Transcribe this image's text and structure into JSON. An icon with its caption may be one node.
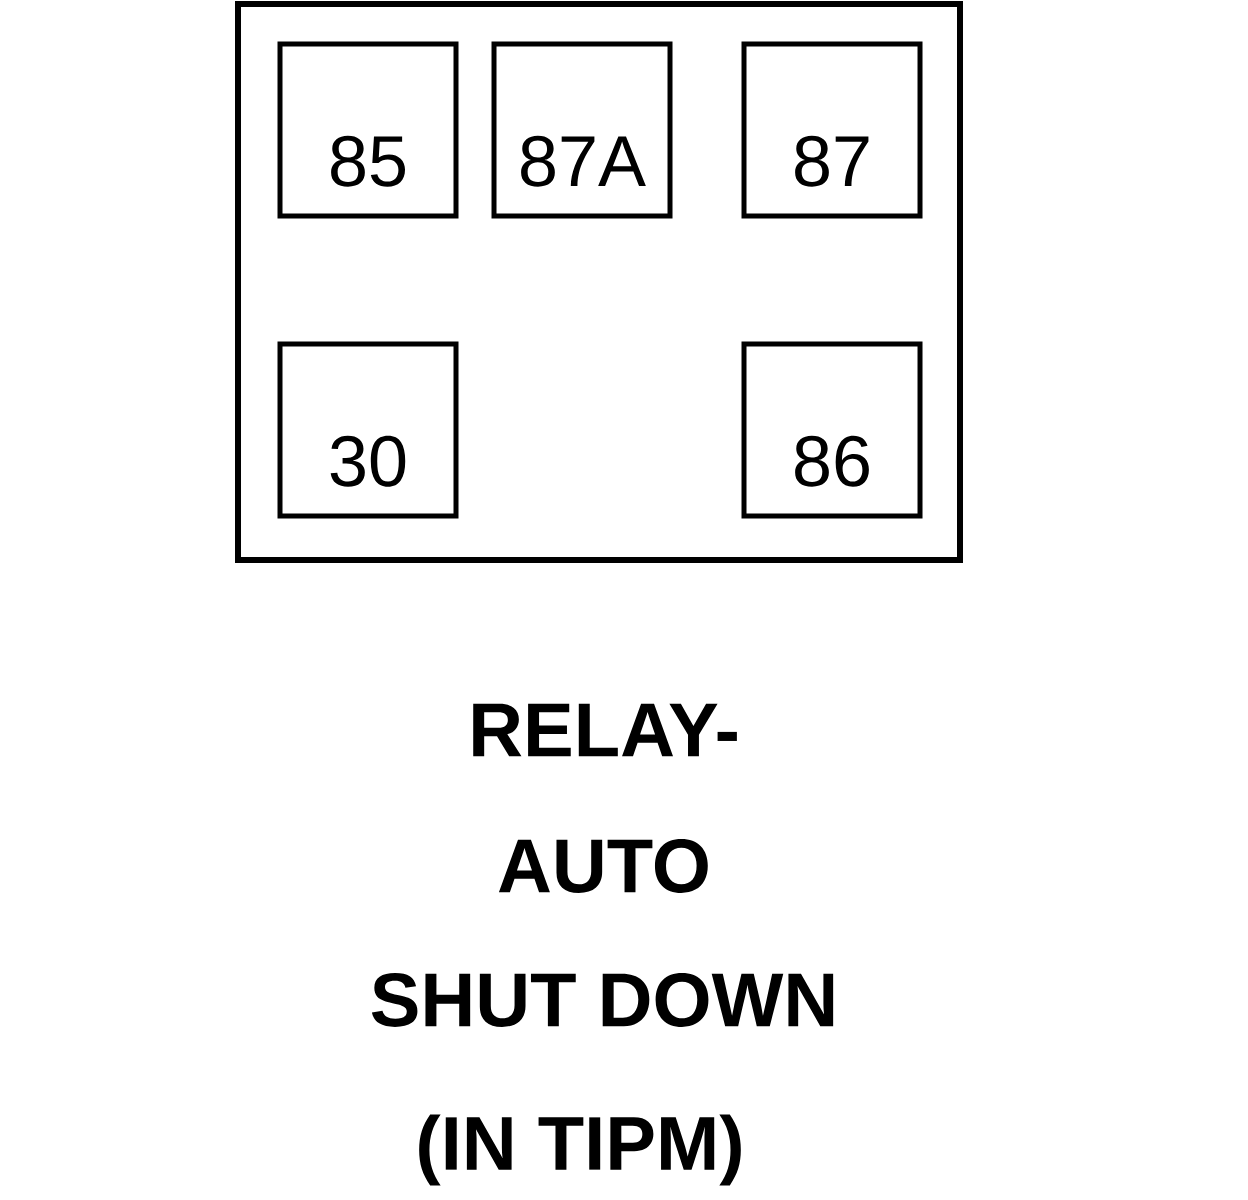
{
  "diagram": {
    "nodes": [
      {
        "text": [],
        "shape": "box"
      },
      {
        "text": [
          "85"
        ],
        "in": 0
      },
      {
        "text": [
          "87A"
        ],
        "in": 0
      },
      {
        "text": [
          "87"
        ],
        "in": 0
      },
      {
        "text": [
          "30"
        ],
        "in": 0
      },
      {
        "text": [
          "86"
        ],
        "in": 0
      }
    ],
    "labels": [
      "RELAY-",
      "AUTO",
      "SHUT DOWN",
      "(IN TIPM)"
    ]
  }
}
